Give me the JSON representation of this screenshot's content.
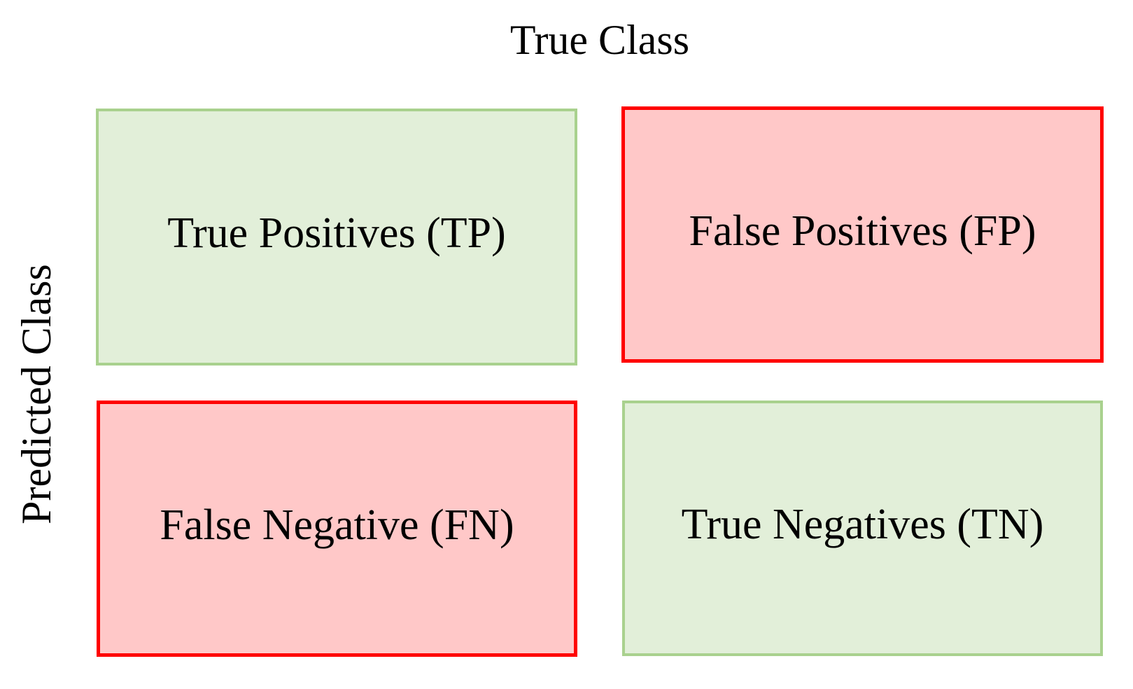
{
  "axes": {
    "x_label": "True Class",
    "y_label": "Predicted Class"
  },
  "cells": [
    {
      "id": "true-positives",
      "label": "True Positives (TP)",
      "kind": "correct",
      "fill": "#e2efd9",
      "border": "#a9d18e"
    },
    {
      "id": "false-positives",
      "label": "False Positives (FP)",
      "kind": "error",
      "fill": "#ffc8c8",
      "border": "#ff0000"
    },
    {
      "id": "false-negative",
      "label": "False Negative (FN)",
      "kind": "error",
      "fill": "#ffc8c8",
      "border": "#ff0000"
    },
    {
      "id": "true-negatives",
      "label": "True Negatives (TN)",
      "kind": "correct",
      "fill": "#e2efd9",
      "border": "#a9d18e"
    }
  ],
  "colors": {
    "correct_fill": "#e2efd9",
    "correct_border": "#a9d18e",
    "error_fill": "#ffc8c8",
    "error_border": "#ff0000",
    "text": "#000000",
    "background": "#ffffff"
  }
}
